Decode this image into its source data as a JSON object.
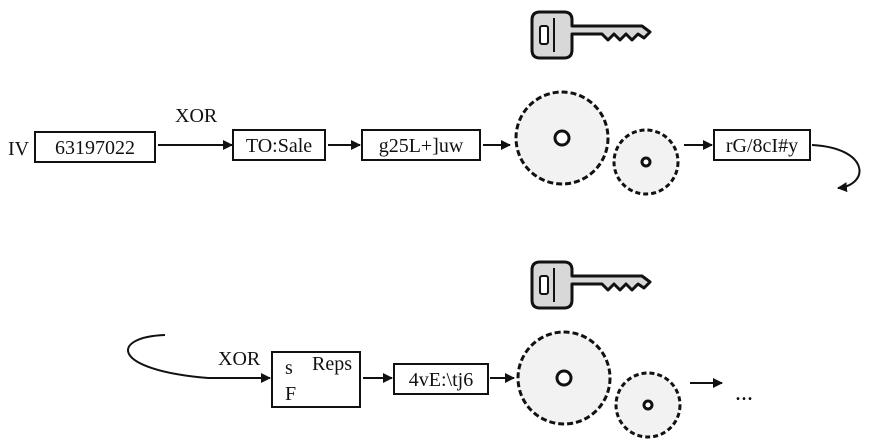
{
  "row1": {
    "iv_label": "IV",
    "iv_value": "63197022",
    "xor_label": "XOR",
    "plaintext": "TO:Sale",
    "xored": "g25L+]uw",
    "ciphertext": "rG/8cI#y"
  },
  "row2": {
    "xor_label": "XOR",
    "plaintext_line1_a": "s",
    "plaintext_line1_b": "Reps",
    "plaintext_line2": "F",
    "xored": "4vE:\\tj6",
    "continuation": "..."
  },
  "icons": [
    "key-icon",
    "gears-icon"
  ],
  "colors": {
    "stroke": "#111111",
    "fill": "#ffffff",
    "key_fill": "#d8d8d8",
    "gear_fill": "#f2f2f2"
  }
}
